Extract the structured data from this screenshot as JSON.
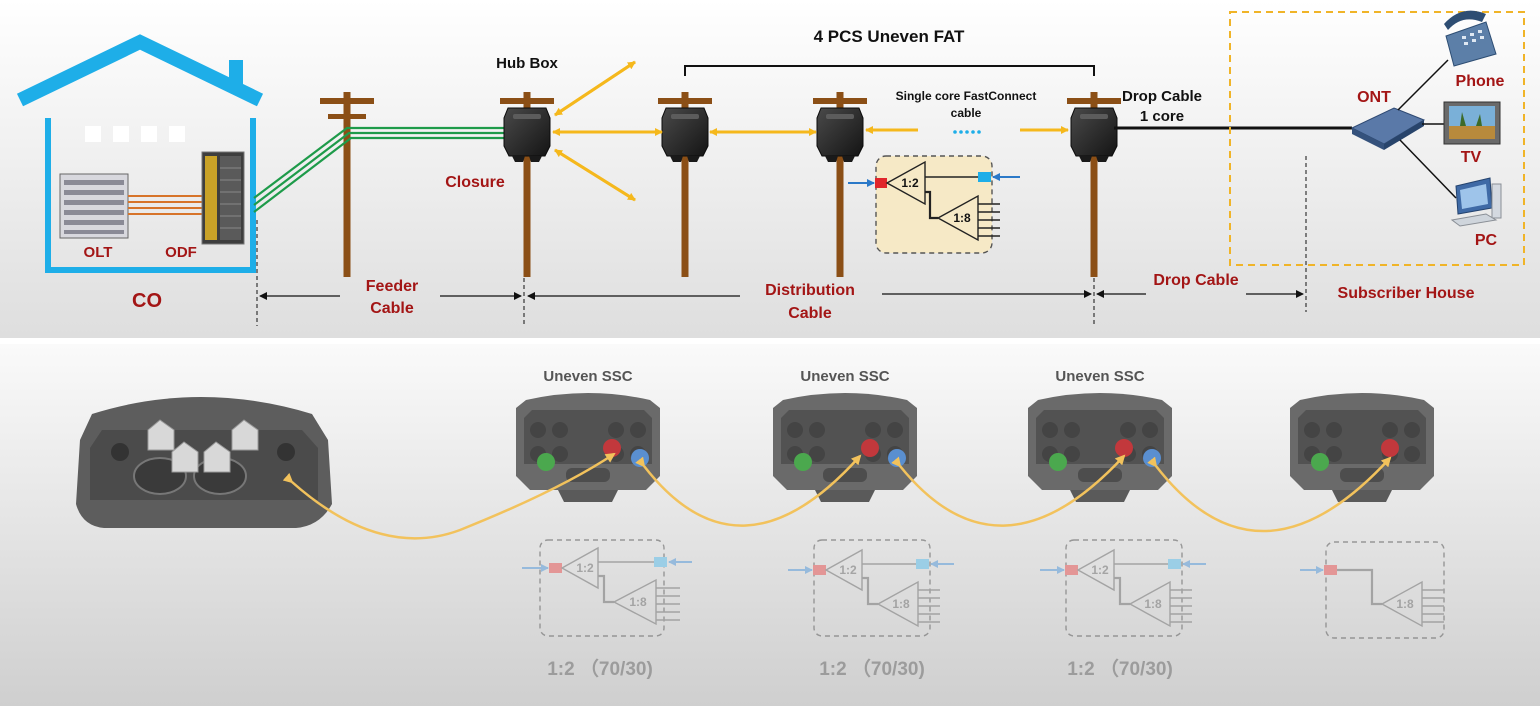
{
  "top": {
    "fat_bracket_label": "4 PCS Uneven FAT",
    "hub_box_label": "Hub Box",
    "closure_label": "Closure",
    "single_core_label_1": "Single core FastConnect",
    "single_core_label_2": "cable",
    "drop_cable_label_1": "Drop Cable",
    "drop_cable_label_2": "1 core",
    "ont_label": "ONT",
    "phone_label": "Phone",
    "tv_label": "TV",
    "pc_label": "PC",
    "olt_label": "OLT",
    "odf_label": "ODF",
    "co_label": "CO",
    "feeder_cable_1": "Feeder",
    "feeder_cable_2": "Cable",
    "distribution_cable_1": "Distribution",
    "distribution_cable_2": "Cable",
    "drop_cable_bottom": "Drop Cable",
    "subscriber_house": "Subscriber House",
    "splitter_primary": "1:2",
    "splitter_secondary": "1:8"
  },
  "bottom": {
    "ssc_label": "Uneven SSC",
    "ratio_label": "1:2 （70/30)",
    "splitter_primary": "1:2",
    "splitter_secondary": "1:8"
  },
  "colors": {
    "dark_red": "#a31515",
    "house_blue": "#1eaee8",
    "pole_brown": "#8b4f16",
    "cable_green": "#1e9b4a",
    "arrow_orange": "#f5b81c",
    "dashed_orange": "#f0b428",
    "splitter_box_fill": "#f6e9c6"
  }
}
